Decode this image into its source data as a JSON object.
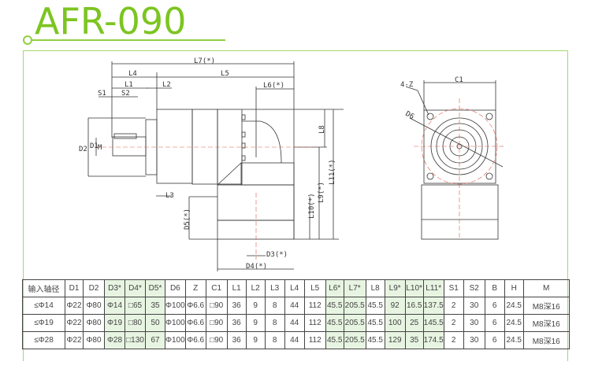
{
  "title": "AFR-090",
  "drawing": {
    "labels": {
      "L7": "L7(*)",
      "L4": "L4",
      "L5": "L5",
      "L1": "L1",
      "L2": "L2",
      "S1": "S1",
      "S2": "S2",
      "L6": "L6(*)",
      "L8": "L8",
      "L11": "L11(*)",
      "L9": "L9(*)",
      "L10": "L10(*)",
      "D2": "D2",
      "D1": "D1",
      "M": "M",
      "L3": "L3",
      "D5": "D5(*)",
      "D3": "D3(*)",
      "D4": "D4(*)",
      "C1": "C1",
      "Z": "4-Z",
      "D6": "D6"
    }
  },
  "table": {
    "headers": [
      "输入轴径",
      "D1",
      "D2",
      "D3*",
      "D4*",
      "D5*",
      "D6",
      "Z",
      "C1",
      "L1",
      "L2",
      "L3",
      "L4",
      "L5",
      "L6*",
      "L7*",
      "L8",
      "L9*",
      "L10*",
      "L11*",
      "S1",
      "S2",
      "B",
      "H",
      "M"
    ],
    "highlight": [
      3,
      4,
      5,
      14,
      15,
      17,
      18,
      19
    ],
    "rows": [
      [
        "≤Φ14",
        "Φ22",
        "Φ80",
        "Φ14",
        "□65",
        "35",
        "Φ100",
        "Φ6.6",
        "□90",
        "36",
        "9",
        "8",
        "44",
        "112",
        "45.5",
        "205.5",
        "45.5",
        "92",
        "16.5",
        "137.5",
        "2",
        "30",
        "6",
        "24.5",
        "M8深16"
      ],
      [
        "≤Φ19",
        "Φ22",
        "Φ80",
        "Φ19",
        "□80",
        "50",
        "Φ100",
        "Φ6.6",
        "□90",
        "36",
        "9",
        "8",
        "44",
        "112",
        "45.5",
        "205.5",
        "45.5",
        "100",
        "25",
        "145.5",
        "2",
        "30",
        "6",
        "24.5",
        "M8深16"
      ],
      [
        "≤Φ28",
        "Φ22",
        "Φ80",
        "Φ28",
        "□130",
        "67",
        "Φ100",
        "Φ6.6",
        "□90",
        "36",
        "9",
        "8",
        "44",
        "112",
        "45.5",
        "205.5",
        "45.5",
        "129",
        "35",
        "174.5",
        "2",
        "30",
        "6",
        "24.5",
        "M8深16"
      ]
    ]
  },
  "colors": {
    "accent": "#7cc521",
    "highlight": "#e7f4e1"
  }
}
